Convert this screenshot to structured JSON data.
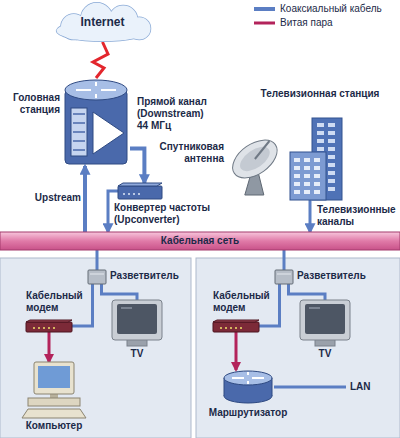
{
  "diagram": {
    "nodes": [
      {
        "text": [
          "Internet"
        ]
      },
      {
        "text": [
          "Головная станция"
        ]
      },
      {
        "text": [
          "Конвертер частоты (Upconverter)"
        ]
      },
      {
        "text": [
          "Спутниковая антенна"
        ]
      },
      {
        "text": [
          "Телевизионная станция"
        ]
      },
      {
        "text": [
          "Кабельная сеть"
        ]
      },
      {
        "text": [
          "Разветвитель"
        ]
      },
      {
        "text": [
          "Кабельный модем"
        ]
      },
      {
        "text": [
          "TV"
        ]
      },
      {
        "text": [
          "Компьютер"
        ]
      },
      {
        "text": [
          "Разветвитель"
        ]
      },
      {
        "text": [
          "Кабельный модем"
        ]
      },
      {
        "text": [
          "TV"
        ]
      },
      {
        "text": [
          "Маршрутизатор"
        ]
      }
    ],
    "edges": [
      {
        "from": 0,
        "to": 1,
        "arrow": "none"
      },
      {
        "from": 1,
        "to": 2,
        "label": "Прямой канал (Downstream) 44 МГц",
        "arrow": "to"
      },
      {
        "from": 2,
        "to": 5,
        "arrow": "to"
      },
      {
        "from": 5,
        "to": 1,
        "label": "Upstream",
        "arrow": "to"
      },
      {
        "from": 4,
        "to": 5,
        "label": "Телевизионные каналы",
        "arrow": "to"
      },
      {
        "from": 5,
        "to": 6,
        "arrow": "none"
      },
      {
        "from": 6,
        "to": 7,
        "arrow": "none"
      },
      {
        "from": 6,
        "to": 8,
        "arrow": "none"
      },
      {
        "from": 7,
        "to": 9,
        "arrow": "to"
      },
      {
        "from": 5,
        "to": 10,
        "arrow": "none"
      },
      {
        "from": 10,
        "to": 11,
        "arrow": "none"
      },
      {
        "from": 10,
        "to": 12,
        "arrow": "none"
      },
      {
        "from": 11,
        "to": 13,
        "arrow": "to"
      }
    ],
    "labels": [
      "LAN"
    ],
    "legend": [
      {
        "text": "Коаксиальный кабель"
      },
      {
        "text": "Витая пара"
      }
    ]
  }
}
